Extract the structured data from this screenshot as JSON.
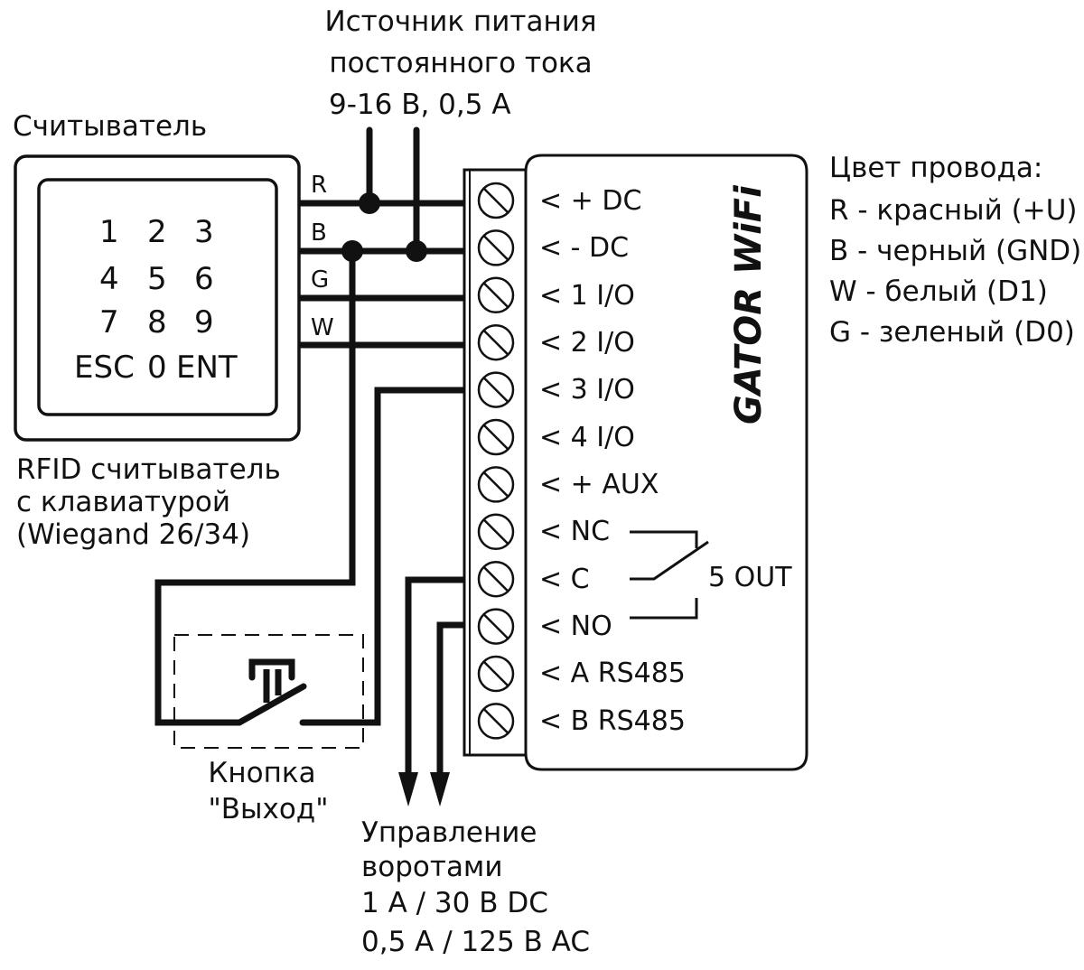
{
  "power_supply": {
    "line1": "Источник питания",
    "line2": "постоянного тока",
    "line3": "9-16 В, 0,5 А"
  },
  "reader": {
    "title": "Считыватель",
    "keypad_rows": [
      "1   2   3",
      "4   5   6",
      "7   8   9",
      "ESC 0 ENT"
    ],
    "wire_labels": [
      "R",
      "B",
      "G",
      "W"
    ],
    "caption": [
      "RFID считыватель",
      "с клавиатурой",
      "(Wiegand 26/34)"
    ]
  },
  "controller": {
    "brand": "GATOR WiFi",
    "terminals": [
      "< + DC",
      "< - DC",
      "< 1 I/O",
      "< 2 I/O",
      "< 3 I/O",
      "< 4 I/O",
      "< + AUX",
      "< NC",
      "< C",
      "< NO",
      "< A RS485",
      "< B RS485"
    ],
    "relay_label": "5 OUT"
  },
  "wire_legend": {
    "title": "Цвет провода:",
    "items": [
      "R - красный (+U)",
      "B - черный (GND)",
      "W - белый (D1)",
      "G - зеленый (D0)"
    ]
  },
  "exit_button": {
    "line1": "Кнопка",
    "line2": "\"Выход\""
  },
  "gate_control": {
    "line1": "Управление",
    "line2": "воротами",
    "line3": "1 А / 30 В DC",
    "line4": "0,5 А / 125 В AC"
  }
}
